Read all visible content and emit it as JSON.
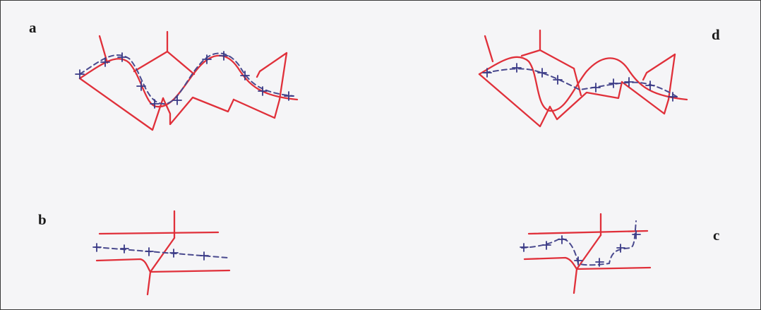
{
  "panels": {
    "a": {
      "label": "a"
    },
    "b": {
      "label": "b"
    },
    "c": {
      "label": "c"
    },
    "d": {
      "label": "d"
    }
  },
  "colors": {
    "boundary": "#e0303a",
    "path": "#4a4a8e",
    "background": "#f5f5f7",
    "frame": "#3a3a3a"
  }
}
